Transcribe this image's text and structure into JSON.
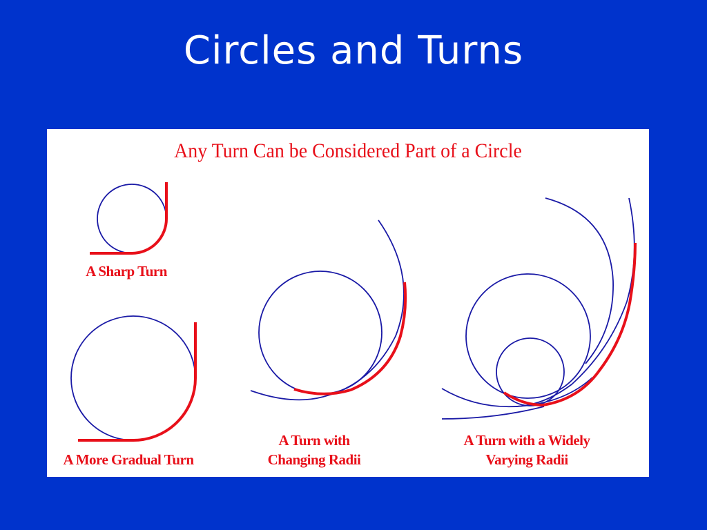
{
  "slide": {
    "title": "Circles and Turns"
  },
  "panel": {
    "heading": "Any Turn Can be Considered Part of a Circle",
    "captions": {
      "sharp_turn": "A Sharp Turn",
      "gradual_turn": "A More Gradual Turn",
      "changing_radii_line1": "A Turn with",
      "changing_radii_line2": "Changing Radii",
      "varying_radii_line1": "A Turn with a Widely",
      "varying_radii_line2": "Varying Radii"
    }
  },
  "colors": {
    "background": "#0033cc",
    "panel": "#ffffff",
    "turn_path": "#e8101a",
    "circle": "#1a1aa6",
    "title_text": "#ffffff"
  }
}
